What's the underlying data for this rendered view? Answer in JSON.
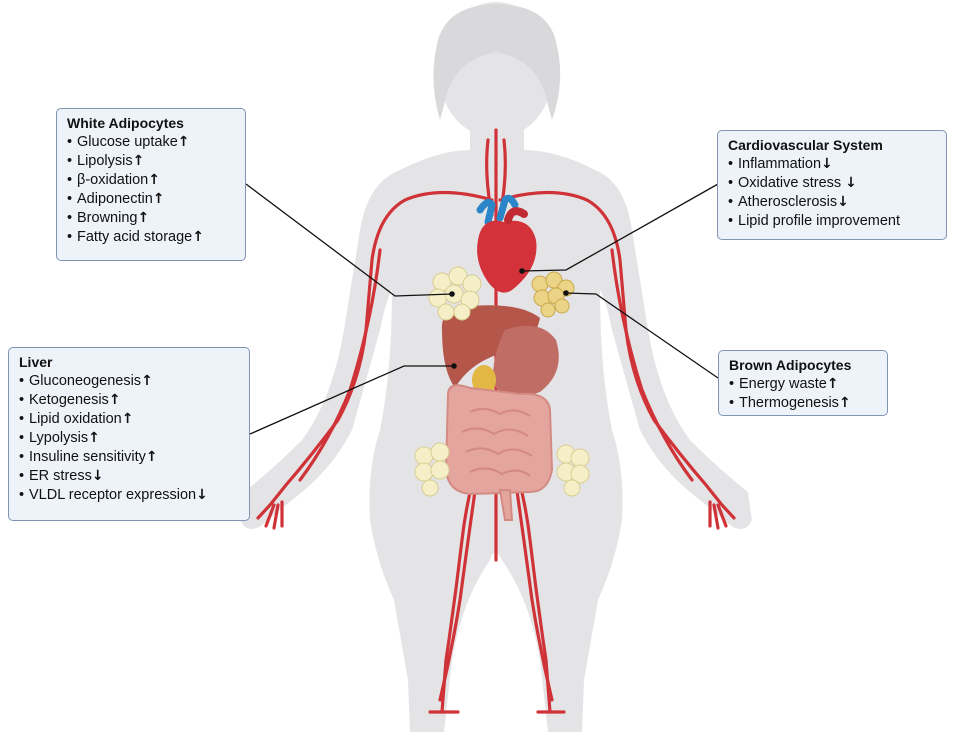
{
  "colors": {
    "silhouette": "#e4e4e6",
    "artery": "#cf3338",
    "heart": "#d3323a",
    "heart_vessels": "#2a85c9",
    "fat": "#f5efc8",
    "brown_fat": "#ecd487",
    "liver": "#b5564a",
    "intestine": "#e4a59e",
    "box_fill": "#eef3fa",
    "box_border": "#8094b4"
  },
  "boxes": [
    {
      "key": "white_adipocytes",
      "title": "White Adipocytes",
      "items": [
        {
          "text": "Glucose uptake",
          "arrow": "↑"
        },
        {
          "text": "Lipolysis",
          "arrow": "↑"
        },
        {
          "text": "β-oxidation",
          "arrow": "↑"
        },
        {
          "text": "Adiponectin",
          "arrow": "↑"
        },
        {
          "text": "Browning",
          "arrow": "↑"
        },
        {
          "text": "Fatty acid storage",
          "arrow": "↑"
        }
      ]
    },
    {
      "key": "cardiovascular_system",
      "title": "Cardiovascular System",
      "items": [
        {
          "text": "Inflammation",
          "arrow": "↓"
        },
        {
          "text": "Oxidative stress ",
          "arrow": "↓"
        },
        {
          "text": "Atherosclerosis",
          "arrow": "↓"
        },
        {
          "text": "Lipid profile improvement",
          "arrow": ""
        }
      ]
    },
    {
      "key": "liver",
      "title": "Liver",
      "items": [
        {
          "text": "Gluconeogenesis",
          "arrow": "↑"
        },
        {
          "text": "Ketogenesis",
          "arrow": "↑"
        },
        {
          "text": "Lipid oxidation",
          "arrow": "↑"
        },
        {
          "text": "Lypolysis",
          "arrow": "↑"
        },
        {
          "text": "Insuline sensitivity",
          "arrow": "↑"
        },
        {
          "text": "ER stress",
          "arrow": "↓"
        },
        {
          "text": "VLDL receptor expression",
          "arrow": "↓"
        }
      ]
    },
    {
      "key": "brown_adipocytes",
      "title": "Brown Adipocytes",
      "items": [
        {
          "text": "Energy waste",
          "arrow": "↑"
        },
        {
          "text": "Thermogenesis",
          "arrow": "↑"
        }
      ]
    }
  ]
}
